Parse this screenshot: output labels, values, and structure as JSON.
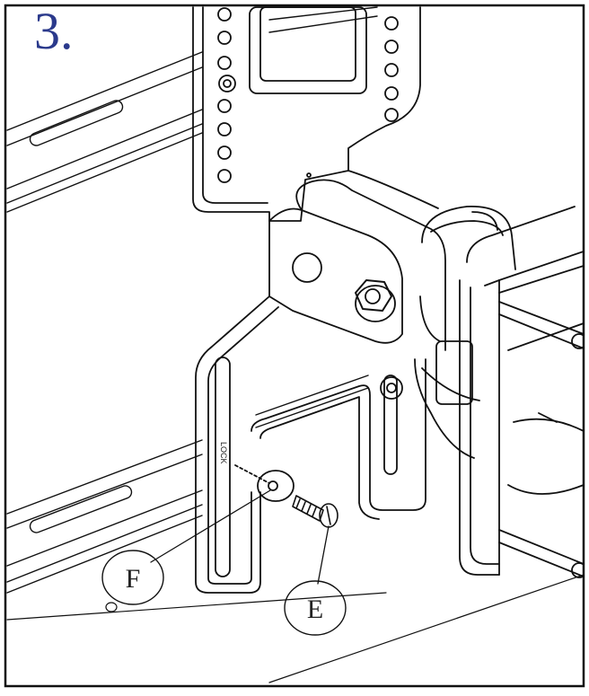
{
  "step_number": "3.",
  "callouts": {
    "f": "F",
    "e": "E"
  },
  "bracket_text": "LOCK"
}
